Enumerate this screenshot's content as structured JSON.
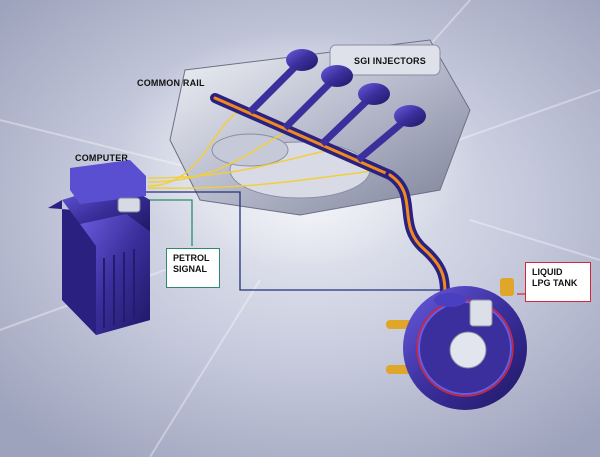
{
  "labels": {
    "common_rail": "COMMON RAIL",
    "sgi_injectors": "SGI INJECTORS",
    "computer": "COMPUTER"
  },
  "petrol_signal": {
    "line1": "PETROL",
    "line2": "SIGNAL",
    "border_color": "#2e8b6a"
  },
  "lpg_tank": {
    "line1": "LIQUID",
    "line2": "LPG TANK",
    "border_color": "#d3263a"
  },
  "colors": {
    "component_purple": "#3a2f9c",
    "fuel_orange": "#f08a1c",
    "wire_yellow": "#f2cf3a",
    "signal_blue": "#23327a",
    "signal_teal": "#2e8b6a"
  }
}
